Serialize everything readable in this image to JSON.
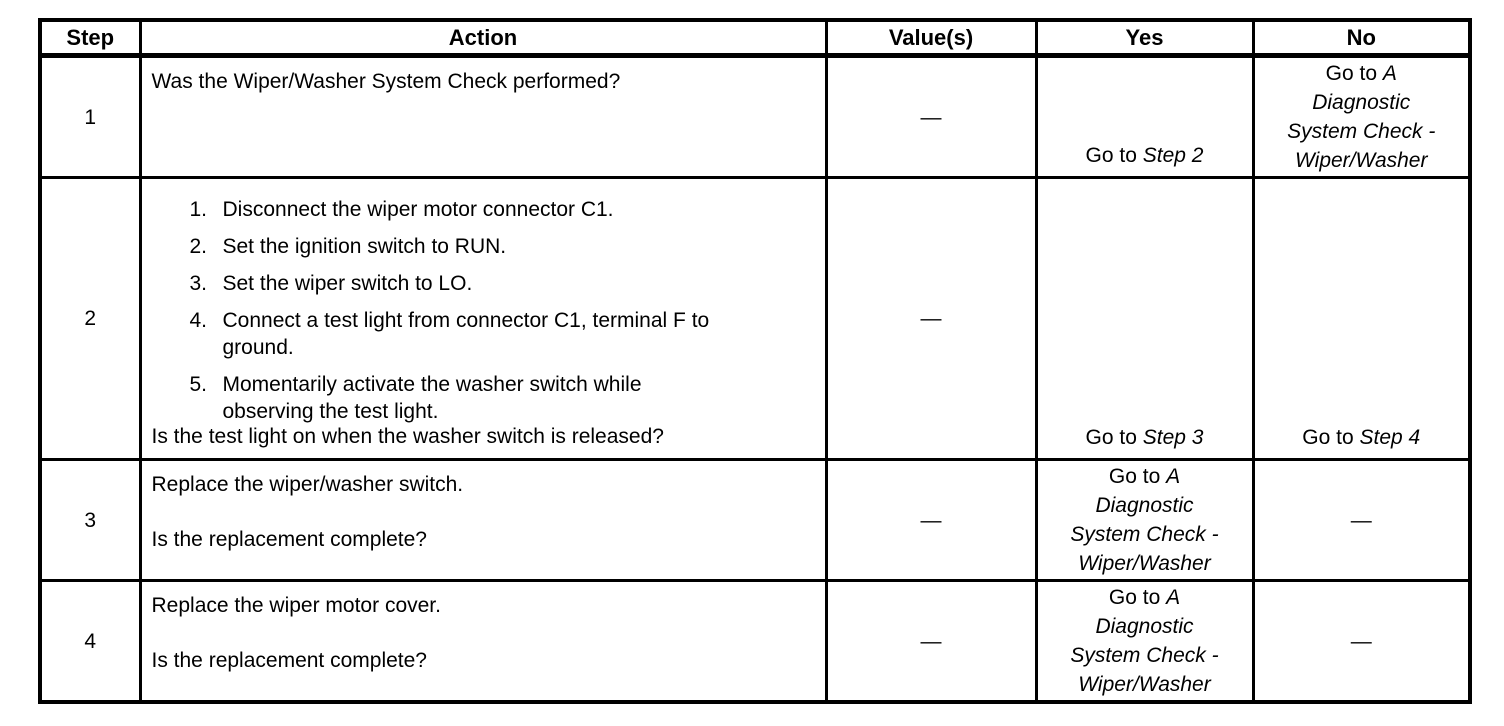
{
  "table": {
    "headers": {
      "step": "Step",
      "action": "Action",
      "values": "Value(s)",
      "yes": "Yes",
      "no": "No"
    },
    "dash": "—",
    "goto_prefix": "Go to ",
    "goto_diag": {
      "prefix": "Go to ",
      "line1_italic": "A",
      "line2": "Diagnostic",
      "line3": "System Check -",
      "line4": "Wiper/Washer"
    },
    "rows": [
      {
        "step": "1",
        "question": "Was the Wiper/Washer System Check performed?",
        "value": "—",
        "yes_target": "Step 2"
      },
      {
        "step": "2",
        "actions": [
          {
            "num": "1.",
            "lines": [
              "Disconnect the wiper motor connector C1."
            ]
          },
          {
            "num": "2.",
            "lines": [
              "Set the ignition switch to RUN."
            ]
          },
          {
            "num": "3.",
            "lines": [
              "Set the wiper switch to LO."
            ]
          },
          {
            "num": "4.",
            "lines": [
              "Connect a test light from connector C1, terminal F to",
              "ground."
            ]
          },
          {
            "num": "5.",
            "lines": [
              "Momentarily activate the washer switch while",
              "observing the test light."
            ]
          }
        ],
        "question": "Is the test light on when the washer switch is released?",
        "value": "—",
        "yes_target": "Step 3",
        "no_target": "Step 4"
      },
      {
        "step": "3",
        "action": "Replace the wiper/washer switch.",
        "question": "Is the replacement complete?",
        "value": "—",
        "no_value": "—"
      },
      {
        "step": "4",
        "action": "Replace the wiper motor cover.",
        "question": "Is the replacement complete?",
        "value": "—",
        "no_value": "—"
      }
    ]
  }
}
